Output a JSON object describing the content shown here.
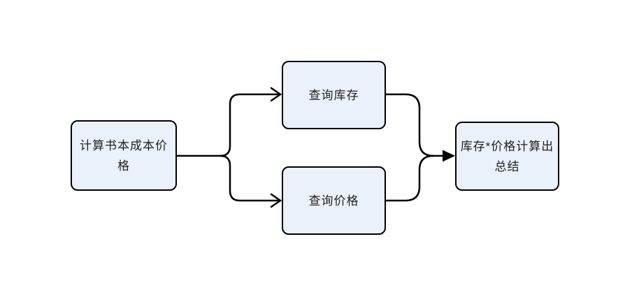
{
  "diagram": {
    "type": "flowchart",
    "background": "plain white, no title or toolbar visible",
    "nodes": [
      {
        "id": "calc-cost",
        "label": "计算书本成本价格",
        "lines": [
          "计算书本成本价",
          "格"
        ]
      },
      {
        "id": "query-inventory",
        "label": "查询库存",
        "lines": [
          "查询库存"
        ]
      },
      {
        "id": "query-price",
        "label": "查询价格",
        "lines": [
          "查询价格"
        ]
      },
      {
        "id": "compute-summary",
        "label": "库存*价格计算出总结",
        "lines": [
          "库存*价格计算出",
          "总结"
        ]
      }
    ],
    "edges": [
      {
        "from": "calc-cost",
        "to": "query-inventory",
        "arrowhead": "open"
      },
      {
        "from": "calc-cost",
        "to": "query-price",
        "arrowhead": "open"
      },
      {
        "from": "query-inventory",
        "to": "compute-summary",
        "arrowhead": "solid"
      },
      {
        "from": "query-price",
        "to": "compute-summary",
        "arrowhead": "solid"
      }
    ],
    "colors": {
      "node_fill": "#ebf1fb",
      "node_border": "#000000",
      "connector": "#000000",
      "text": "#1f1f1f",
      "background": "#ffffff"
    }
  }
}
